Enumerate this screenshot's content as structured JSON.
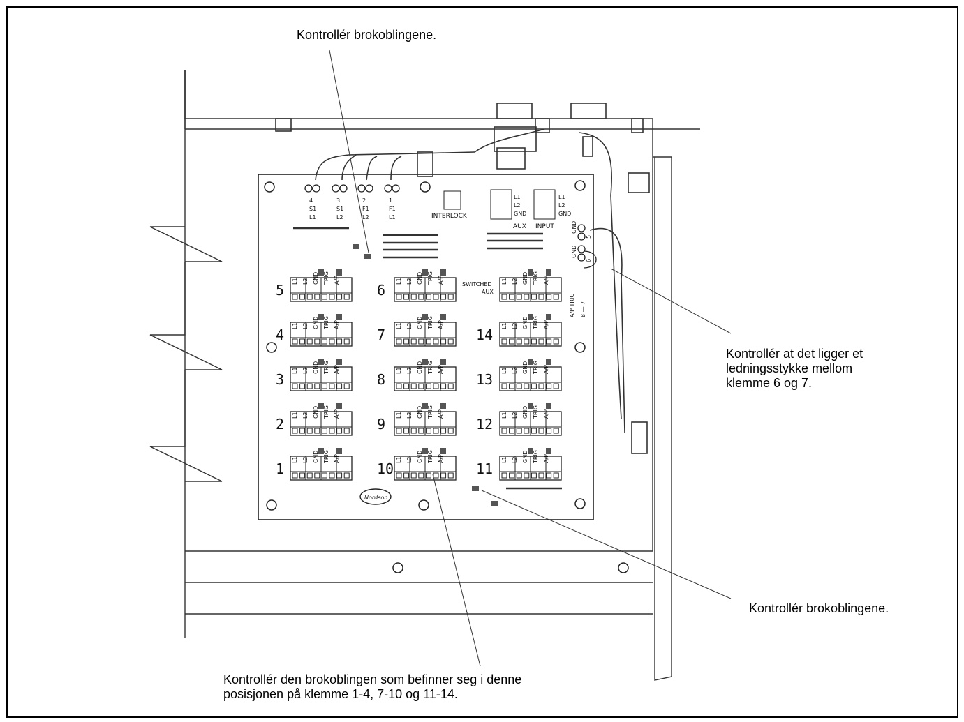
{
  "callouts": {
    "top": "Kontrollér brokoblingene.",
    "right_wire": "Kontrollér at det ligger et\nledningsstykke mellom\nklemme 6 og 7.",
    "right_bottom": "Kontrollér brokoblingene.",
    "bottom": "Kontrollér den brokoblingen som befinner seg i denne\nposisjonen på klemme 1-4, 7-10 og 11-14."
  },
  "board": {
    "terminal_numbers": [
      "5",
      "4",
      "3",
      "2",
      "1",
      "6",
      "7",
      "8",
      "9",
      "10",
      "14",
      "13",
      "12",
      "11"
    ],
    "terminal_pins": [
      "L1",
      "L2",
      "GND",
      "TRIG",
      "A/P"
    ],
    "switched_aux": "SWITCHED\nAUX",
    "top_terminals": [
      {
        "n": "4",
        "a": "S1",
        "b": "L1"
      },
      {
        "n": "3",
        "a": "S1",
        "b": "L2"
      },
      {
        "n": "2",
        "a": "F1",
        "b": "L2"
      },
      {
        "n": "1",
        "a": "F1",
        "b": "L1"
      }
    ],
    "interlock": "INTERLOCK",
    "aux": "AUX",
    "input": "INPUT",
    "aux_pins": [
      "L1",
      "L2",
      "GND"
    ],
    "input_pins": [
      "L1",
      "L2",
      "GND"
    ],
    "gnd_labels": [
      "GND",
      "GND"
    ],
    "side_numbers": [
      "5",
      "6"
    ],
    "ap_trig": "A/P TRIG",
    "jumper_label": "8 — 7",
    "logo": "Nordson"
  }
}
